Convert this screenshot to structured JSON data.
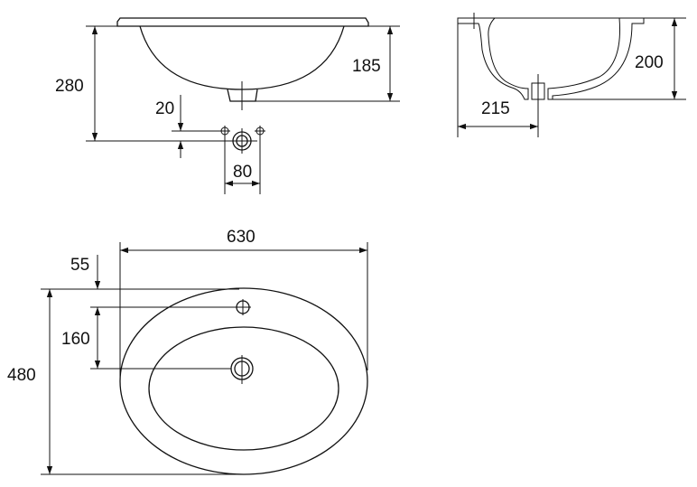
{
  "dimensions": {
    "side_total_height": "280",
    "side_bowl_depth": "185",
    "tap_hole_offset": "20",
    "tap_hole_spacing": "80",
    "section_half_width": "215",
    "section_depth": "200",
    "plan_width": "630",
    "plan_depth": "480",
    "plan_tap_offset": "55",
    "plan_drain_offset": "160"
  }
}
